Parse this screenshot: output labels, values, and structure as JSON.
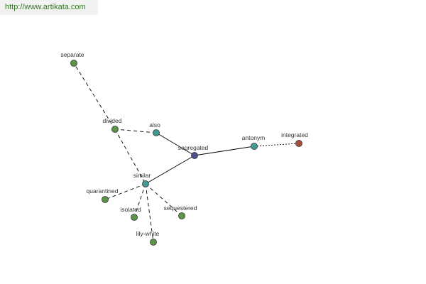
{
  "header": {
    "url": "http://www.artikata.com"
  },
  "colors": {
    "center": "#4a4f8f",
    "relation": "#3f9a96",
    "word": "#5b9648",
    "antonym": "#a84c3c",
    "outline": "#333333",
    "edge": "#000000"
  },
  "nodes": [
    {
      "id": "segregated",
      "label": "segregated",
      "role": "center"
    },
    {
      "id": "antonym",
      "label": "antonym",
      "role": "relation"
    },
    {
      "id": "integrated",
      "label": "integrated",
      "role": "antonym"
    },
    {
      "id": "also",
      "label": "also",
      "role": "relation"
    },
    {
      "id": "divided",
      "label": "divided",
      "role": "word"
    },
    {
      "id": "separate",
      "label": "separate",
      "role": "word"
    },
    {
      "id": "similar",
      "label": "similar",
      "role": "relation"
    },
    {
      "id": "quarantined",
      "label": "quarantined",
      "role": "word"
    },
    {
      "id": "isolated",
      "label": "isolated",
      "role": "word"
    },
    {
      "id": "lily-white",
      "label": "lily-white",
      "role": "word"
    },
    {
      "id": "sequestered",
      "label": "sequestered",
      "role": "word"
    }
  ],
  "edges": [
    {
      "from": "segregated",
      "to": "antonym",
      "style": "solid"
    },
    {
      "from": "segregated",
      "to": "also",
      "style": "solid"
    },
    {
      "from": "segregated",
      "to": "similar",
      "style": "solid"
    },
    {
      "from": "antonym",
      "to": "integrated",
      "style": "dotted"
    },
    {
      "from": "also",
      "to": "divided",
      "style": "dashed"
    },
    {
      "from": "divided",
      "to": "separate",
      "style": "dashed"
    },
    {
      "from": "divided",
      "to": "similar",
      "style": "dashed"
    },
    {
      "from": "similar",
      "to": "quarantined",
      "style": "dashed"
    },
    {
      "from": "similar",
      "to": "isolated",
      "style": "dashed"
    },
    {
      "from": "similar",
      "to": "lily-white",
      "style": "dashed"
    },
    {
      "from": "similar",
      "to": "sequestered",
      "style": "dashed"
    }
  ]
}
